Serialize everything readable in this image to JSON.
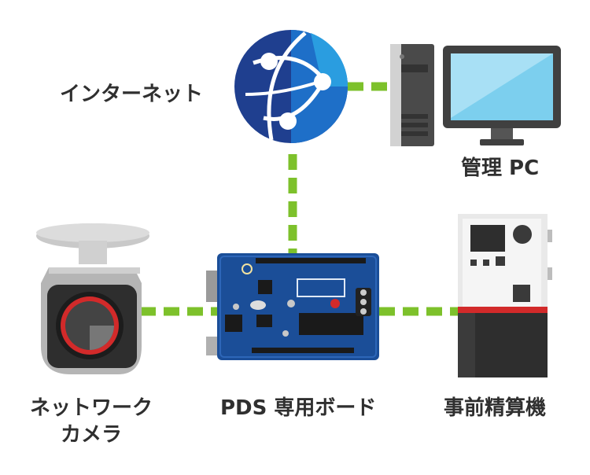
{
  "nodes": {
    "internet": {
      "label": "インターネット"
    },
    "pc": {
      "label": "管理 PC"
    },
    "board": {
      "label": "PDS 専用ボード"
    },
    "machine": {
      "label": "事前精算機"
    },
    "camera": {
      "label_line1": "ネットワーク",
      "label_line2": "カメラ"
    }
  },
  "colors": {
    "connector": "#7dc12b",
    "globe": "#1f3f8f",
    "board": "#1b4e98",
    "monitor_screen": "#7ccfee",
    "machine_stripe": "#d22a2a"
  }
}
